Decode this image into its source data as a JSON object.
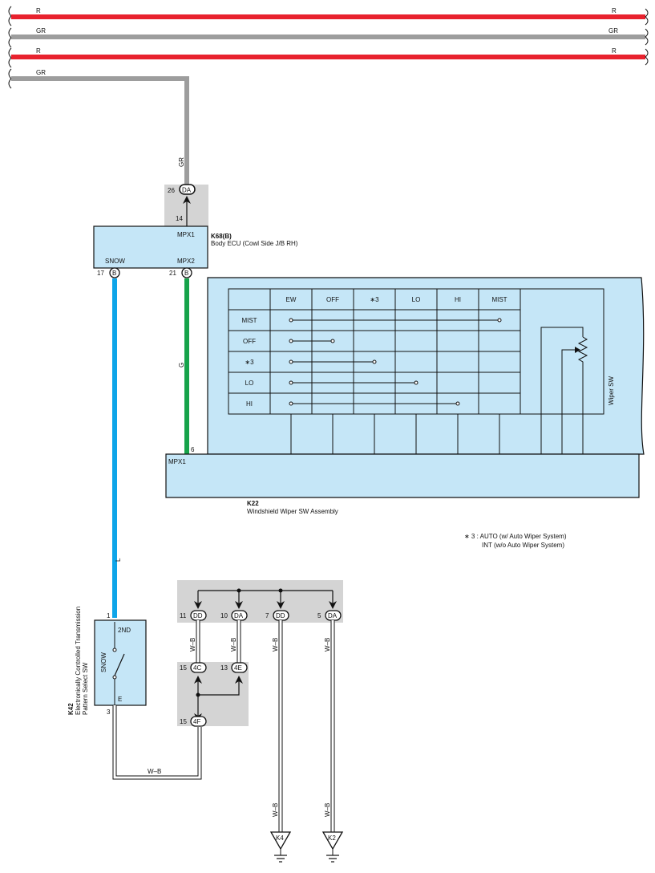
{
  "top_wires": [
    {
      "left": "R",
      "right": "R",
      "color": "#e8222e"
    },
    {
      "left": "GR",
      "right": "GR",
      "color": "#9d9d9d"
    },
    {
      "left": "R",
      "right": "R",
      "color": "#e8222e"
    },
    {
      "left": "GR",
      "color": "#9d9d9d"
    }
  ],
  "wire_labels": {
    "gr_vertical": "GR",
    "g_vertical": "G",
    "l_vertical": "L",
    "wb_horizontal": "W–B",
    "wb": "W–B"
  },
  "colors": {
    "gray_box": "#d4d4d4",
    "component_fill": "#c5e6f7",
    "wire_L": "#0ea5e9",
    "wire_G": "#16a34a",
    "wire_GR": "#9d9d9d",
    "wire_R": "#e8222e"
  },
  "connector_da_top": {
    "pin": "26",
    "code": "DA",
    "inner_pin": "14"
  },
  "k68": {
    "id": "K68(B)",
    "name": "Body ECU (Cowl Side J/B RH)",
    "mpx1": "MPX1",
    "snow": "SNOW",
    "mpx2": "MPX2",
    "pin_snow": "17",
    "pin_snow_code": "B",
    "pin_mpx2": "21",
    "pin_mpx2_code": "B"
  },
  "k22": {
    "id": "K22",
    "name": "Windshield Wiper SW Assembly",
    "pin": "6",
    "mpx1": "MPX1",
    "wiper_sw": "Wiper SW",
    "columns": [
      "EW",
      "OFF",
      "∗3",
      "LO",
      "HI",
      "MIST"
    ],
    "rows": [
      "MIST",
      "OFF",
      "∗3",
      "LO",
      "HI"
    ]
  },
  "note": {
    "line1": "∗ 3 : AUTO (w/ Auto Wiper System)",
    "line2": "INT (w/o Auto Wiper System)"
  },
  "k42": {
    "id": "K42",
    "name_line1": "Electronically Controlled Transmission",
    "name_line2": "Pattern Select SW",
    "pin_top": "1",
    "pin_bottom": "3",
    "label_2nd": "2ND",
    "label_snow": "SNOW",
    "label_e": "E"
  },
  "ground_connectors": [
    {
      "pin": "11",
      "code": "DD"
    },
    {
      "pin": "10",
      "code": "DA"
    },
    {
      "pin": "7",
      "code": "DD"
    },
    {
      "pin": "5",
      "code": "DA"
    }
  ],
  "junction_connectors": [
    {
      "pin": "15",
      "code": "4C"
    },
    {
      "pin": "13",
      "code": "4E"
    },
    {
      "pin": "15",
      "code": "4F"
    }
  ],
  "grounds": [
    {
      "id": "K4"
    },
    {
      "id": "K2"
    }
  ]
}
